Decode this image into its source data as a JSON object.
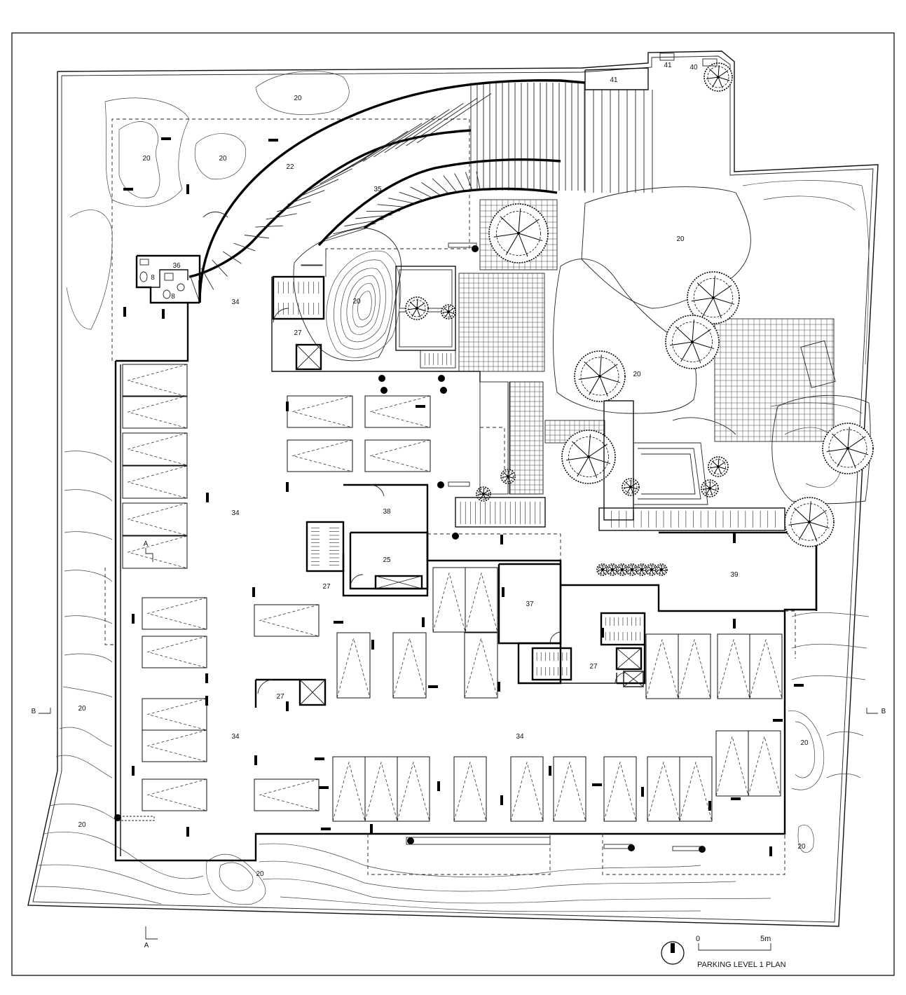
{
  "drawing": {
    "title": "PARKING LEVEL 1 PLAN",
    "scale_start": "0",
    "scale_end": "5m",
    "section_marks": {
      "a": "A",
      "b": "B"
    }
  },
  "labels": {
    "l20": "20",
    "l22": "22",
    "l25": "25",
    "l27": "27",
    "l34": "34",
    "l35": "35",
    "l36": "36",
    "l37": "37",
    "l38": "38",
    "l39": "39",
    "l40": "40",
    "l41": "41",
    "l8": "8"
  }
}
